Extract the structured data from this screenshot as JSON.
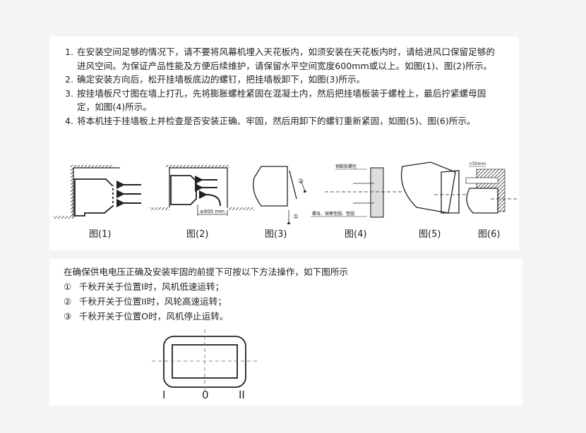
{
  "steps": [
    {
      "num": "1.",
      "text": "在安装空间足够的情况下，请不要将风幕机埋入天花板内，如须安装在天花板内时，请给进风口保留足够的进风空间。为保证产品性能及方便后续维护，请保留水平空间宽度600mm或以上。如图(1)、图(2)所示。"
    },
    {
      "num": "2.",
      "text": "确定安装方向后，松开挂墙板底边的螺钉，把挂墙板卸下，如图(3)所示。"
    },
    {
      "num": "3.",
      "text": "按挂墙板尺寸图在墙上打孔，先将膨胀螺栓紧固在混凝土内，然后把挂墙板装于螺栓上，最后拧紧螺母固定，如图(4)所示。"
    },
    {
      "num": "4.",
      "text": "将本机挂于挂墙板上并检查是否安装正确、牢固，然后用卸下的螺钉重新紧固，如图(5)、图(6)所示。"
    }
  ],
  "figures": {
    "captions": [
      "图(1)",
      "图(2)",
      "图(3)",
      "图(4)",
      "图(5)",
      "图(6)"
    ],
    "fig2_dim": "≥600 mm",
    "fig3_marks": [
      "②",
      "①"
    ],
    "fig4_labels": [
      "钢膨胀螺栓",
      "螺母、弹簧垫圈、垫圈"
    ],
    "fig6_dim": ">50mm"
  },
  "switch": {
    "intro": "在确保供电电压正确及安装牢固的前提下可按以下方法操作，如下图所示",
    "items": [
      {
        "mark": "①",
        "text": "千秋开关于位置I时，风机低速运转；"
      },
      {
        "mark": "②",
        "text": "千秋开关于位置II时，风轮高速运转；"
      },
      {
        "mark": "③",
        "text": "千秋开关于位置O时，风机停止运转。"
      }
    ],
    "positions": [
      "I",
      "0",
      "II"
    ]
  }
}
